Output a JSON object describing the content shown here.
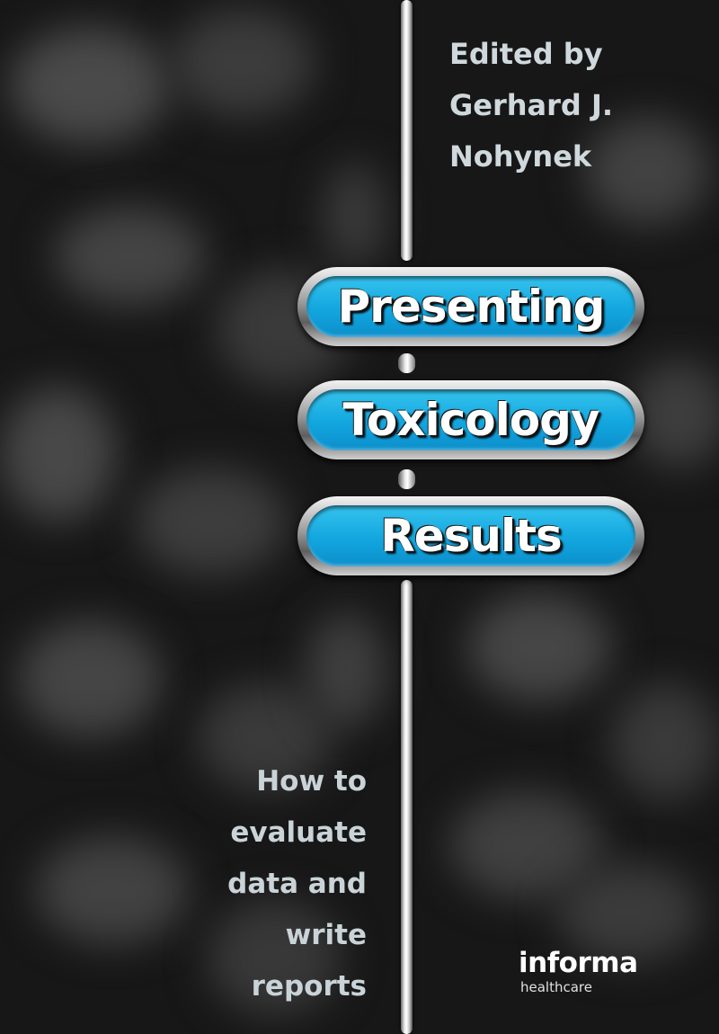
{
  "cover": {
    "editor_lines": [
      "Edited by",
      "Gerhard J.",
      "Nohynek"
    ],
    "title_lines": [
      "Presenting",
      "Toxicology",
      "Results"
    ],
    "subtitle_lines": [
      "How to",
      "evaluate",
      "data and",
      "write",
      "reports"
    ],
    "publisher": {
      "name": "informa",
      "division": "healthcare"
    }
  },
  "colors": {
    "background": "#171717",
    "capsule_fill": "#12a6df",
    "title_text": "#ffffff",
    "body_text": "#cfd8dc"
  }
}
